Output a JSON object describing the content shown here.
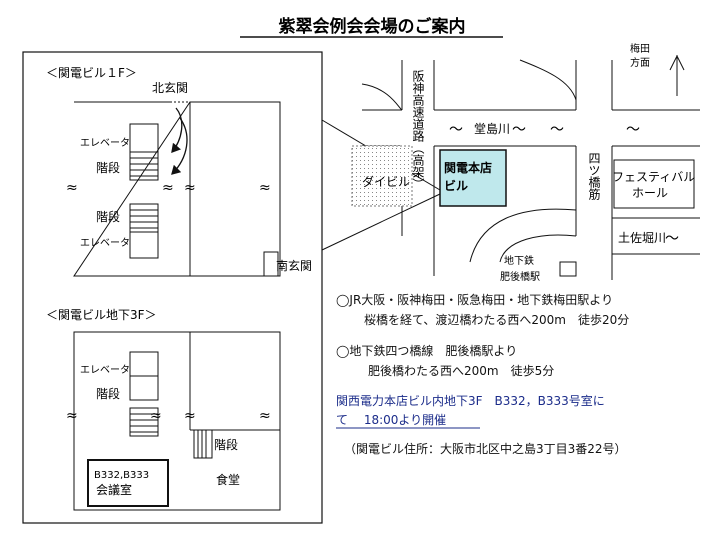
{
  "title": "紫翠会例会会場のご案内",
  "floor1": {
    "heading": "＜関電ビル１F＞",
    "north_entrance": "北玄関",
    "south_entrance": "南玄関",
    "elevator_top": "エレベータ",
    "stairs_top": "階段",
    "stairs_bottom": "階段",
    "elevator_bottom": "エレベータ"
  },
  "floor_b3": {
    "heading": "＜関電ビル地下3F＞",
    "elevator": "エレベータ",
    "stairs_left": "階段",
    "stairs_right": "階段",
    "meeting_room_line1": "B332,B333",
    "meeting_room_line2": "会議室",
    "cafeteria": "食堂"
  },
  "map": {
    "umeda_line1": "梅田",
    "umeda_line2": "方面",
    "hanshin_expressway": "阪神高速道路（高架）",
    "dojima_river": "堂島川",
    "yotsubashi_street": "四ツ橋筋",
    "kanden_line1": "関電本店",
    "kanden_line2": "ビル",
    "dai_building": "ダイビル",
    "festival_line1": "フェスティバル",
    "festival_line2": "ホール",
    "tosabori_river": "土佐堀川",
    "station_line1": "地下鉄",
    "station_line2": "肥後橋駅"
  },
  "directions": {
    "route1_line1": "◯JR大阪・阪神梅田・阪急梅田・地下鉄梅田駅より",
    "route1_line2": "桜橋を経て、渡辺橋わたる西へ200m　徒歩20分",
    "route2_line1": "◯地下鉄四つ橋線　肥後橋駅より",
    "route2_line2": "肥後橋わたる西へ200m　徒歩5分",
    "venue_line1": "関西電力本店ビル内地下3F　B332，B333号室に",
    "venue_line2": "て　 18:00より開催",
    "address": "（関電ビル住所：大阪市北区中之島3丁目3番22号）"
  },
  "colors": {
    "kanden_fill": "#bfe8ec",
    "venue_text": "#1b2c8a"
  }
}
